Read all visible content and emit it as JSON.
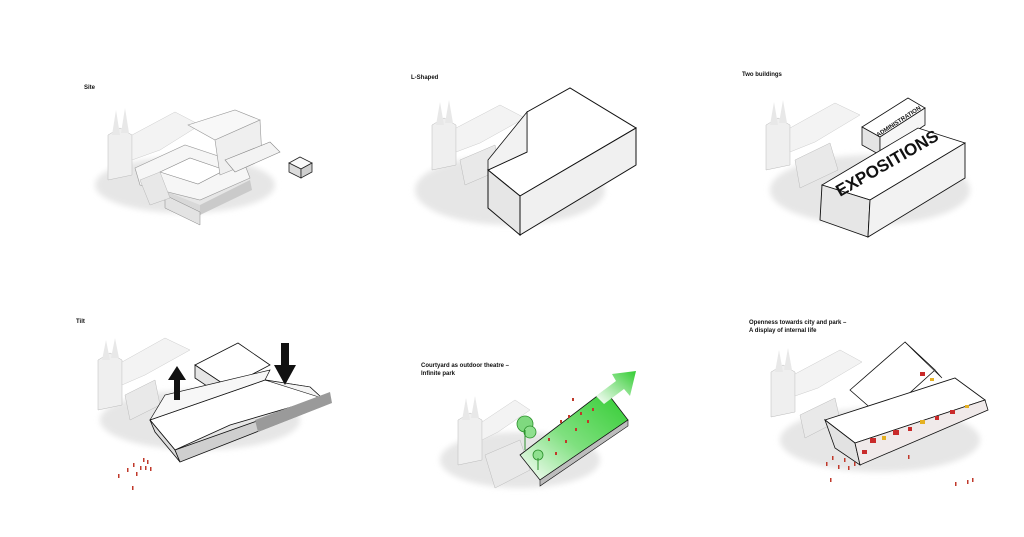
{
  "diagram": {
    "panels": [
      {
        "id": "site",
        "label": "Site"
      },
      {
        "id": "l-shaped",
        "label": "L-Shaped"
      },
      {
        "id": "two-buildings",
        "label": "Two buildings",
        "block_labels": [
          "ADMINISTRATION",
          "EXPOSITIONS"
        ]
      },
      {
        "id": "tilt",
        "label": "Tilt"
      },
      {
        "id": "courtyard",
        "label_line1": "Courtyard as outdoor theatre –",
        "label_line2": "Infinite park"
      },
      {
        "id": "openness",
        "label_line1": "Openness towards city and park –",
        "label_line2": "A display of internal life"
      }
    ],
    "colors": {
      "building_light": "#f4f4f4",
      "building_side": "#d6d6d6",
      "building_shadow": "#bdbdbd",
      "edge": "#333333",
      "arrow": "#111111",
      "park_green": "#3bd33b",
      "people_red": "#c0392b",
      "window_red": "#c92a2a",
      "window_yellow": "#e5b022"
    }
  }
}
